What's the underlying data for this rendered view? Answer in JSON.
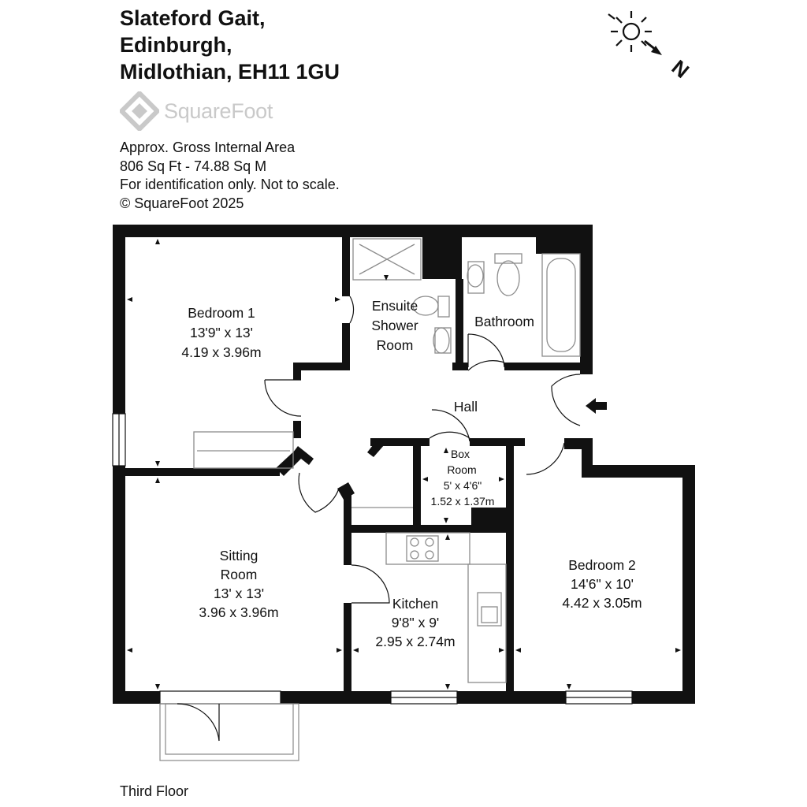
{
  "address": {
    "line1": "Slateford Gait,",
    "line2": "Edinburgh,",
    "line3": "Midlothian, EH11 1GU"
  },
  "brand": {
    "name": "SquareFoot",
    "icon": "squarefoot-logo-icon"
  },
  "info": {
    "line1": "Approx. Gross Internal Area",
    "line2": "806 Sq Ft  -  74.88 Sq M",
    "line3": "For identification only. Not to scale.",
    "line4": "© SquareFoot 2025"
  },
  "compass": {
    "label": "N",
    "icon": "sun-north-arrow-icon"
  },
  "rooms": {
    "bedroom1": {
      "name": "Bedroom 1",
      "size_imperial": "13'9\" x 13'",
      "size_metric": "4.19 x 3.96m"
    },
    "ensuite": {
      "line1": "Ensuite",
      "line2": "Shower",
      "line3": "Room"
    },
    "bathroom": {
      "name": "Bathroom"
    },
    "hall": {
      "name": "Hall"
    },
    "boxroom": {
      "line1": "Box",
      "line2": "Room",
      "size_imperial": "5' x 4'6\"",
      "size_metric": "1.52 x 1.37m"
    },
    "sitting": {
      "line1": "Sitting",
      "line2": "Room",
      "size_imperial": "13' x 13'",
      "size_metric": "3.96 x 3.96m"
    },
    "kitchen": {
      "name": "Kitchen",
      "size_imperial": "9'8\" x 9'",
      "size_metric": "2.95 x 2.74m"
    },
    "bedroom2": {
      "name": "Bedroom 2",
      "size_imperial": "14'6\" x 10'",
      "size_metric": "4.42 x 3.05m"
    }
  },
  "floor": {
    "name": "Third Floor"
  },
  "colors": {
    "wall": "#111111",
    "fixture": "#9a9a9a",
    "logo": "#c9c9c9"
  }
}
